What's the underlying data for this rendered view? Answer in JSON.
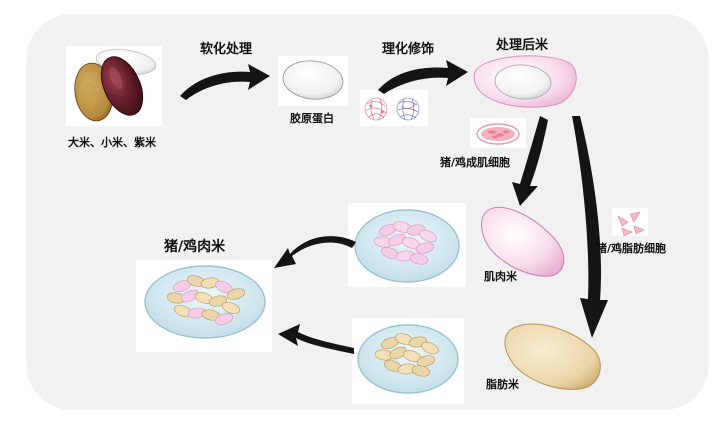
{
  "labels": {
    "rice_types": "大米、小米、紫米",
    "softening": "软化处理",
    "collagen": "胶原蛋白",
    "modification": "理化修饰",
    "treated_rice": "处理后米",
    "myoblast": "猪/鸡成肌细胞",
    "muscle_rice": "肌肉米",
    "adipocyte": "猪/鸡脂肪细胞",
    "fat_rice": "脂肪米",
    "meat_rice": "猪/鸡肉米"
  },
  "colors": {
    "background_panel": "#f1f1f1",
    "arrow": "#141414",
    "pink": "#f6cde6",
    "fat": "#ead6a8",
    "dish": "#d7ecf3",
    "purple_rice": "#5a1a24",
    "brown_rice": "#b58a3d",
    "white_rice": "#ffffff"
  },
  "icons": [
    "brown-rice-grain-icon",
    "purple-rice-grain-icon",
    "white-rice-grain-icon",
    "collagen-grain-icon",
    "fiber-ball-icon",
    "cell-dish-icon",
    "fat-cell-icon",
    "petri-dish-icon"
  ]
}
